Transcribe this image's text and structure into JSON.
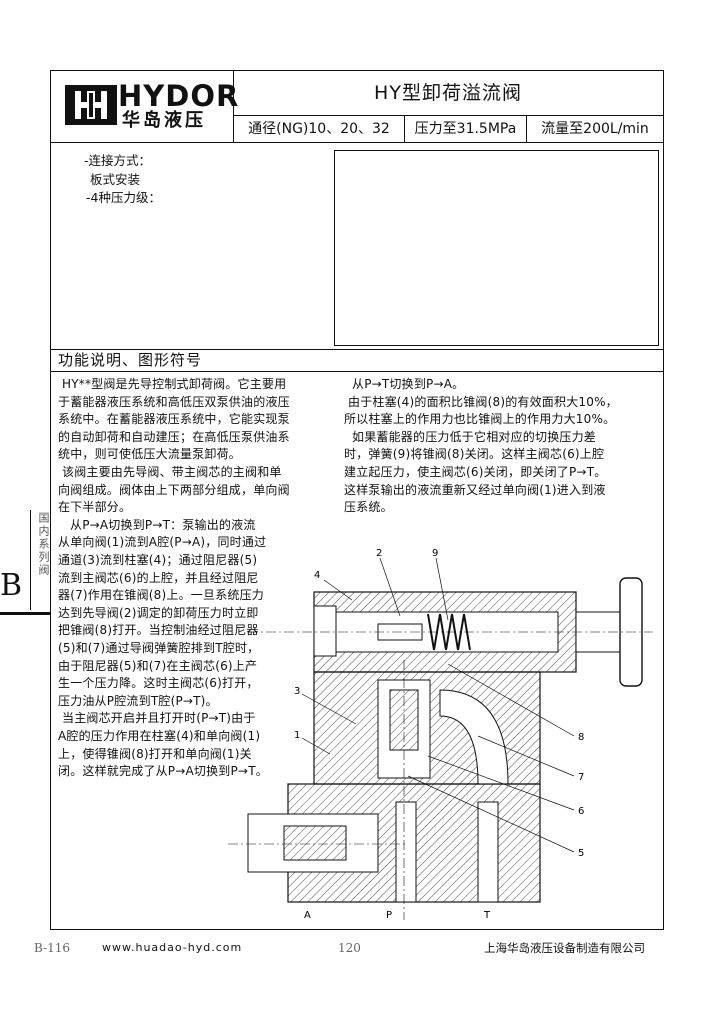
{
  "header": {
    "brand_en": "HYDOR",
    "brand_cn": "华岛液压",
    "title": "HY型卸荷溢流阀",
    "specs": [
      "通径(NG)10、20、32",
      "压力至31.5MPa",
      "流量至200L/min"
    ]
  },
  "options": [
    "-连接方式：",
    "板式安装",
    "-4种压力级："
  ],
  "section": {
    "title": "功能说明、图形符号"
  },
  "left_column": [
    "HY**型阀是先导控制式卸荷阀。它主要用",
    "于蓄能器液压系统和高低压双泵供油的液压",
    "系统中。在蓄能器液压系统中，它能实现泵",
    "的自动卸荷和自动建压；在高低压泵供油系",
    "统中，则可使低压大流量泵卸荷。",
    "该阀主要由先导阀、带主阀芯的主阀和单",
    "向阀组成。阀体由上下两部分组成，单向阀",
    "在下半部分。",
    "从P→A切换到P→T：泵输出的液流",
    "从单向阀(1)流到A腔(P→A)，同时通过",
    "通道(3)流到柱塞(4)；通过阻尼器(5)",
    "流到主阀芯(6)的上腔，并且经过阻尼",
    "器(7)作用在锥阀(8)上。一旦系统压力",
    "达到先导阀(2)调定的卸荷压力时立即",
    "把锥阀(8)打开。当控制油经过阻尼器",
    "(5)和(7)通过导阀弹簧腔排到T腔时，",
    "由于阻尼器(5)和(7)在主阀芯(6)上产",
    "生一个压力降。这时主阀芯(6)打开，",
    "压力油从P腔流到T腔(P→T)。",
    "当主阀芯开启并且打开时(P→T)由于",
    "A腔的压力作用在柱塞(4)和单向阀(1)",
    "上，使得锥阀(8)打开和单向阀(1)关",
    "闭。这样就完成了从P→A切换到P→T。"
  ],
  "right_column": [
    "从P→T切换到P→A。",
    "由于柱塞(4)的面积比锥阀(8)的有效面积大10%，",
    "所以柱塞上的作用力也比锥阀上的作用力大10%。",
    "如果蓄能器的压力低于它相对应的切换压力差",
    "时，弹簧(9)将锥阀(8)关闭。这样主阀芯(6)上腔",
    "建立起压力，使主阀芯(6)关闭，即关闭了P→T。",
    "这样泵输出的液流重新又经过单向阀(1)进入到液",
    "压系统。"
  ],
  "side_tab": {
    "letter": "B",
    "text": "国内系列阀"
  },
  "drawing": {
    "callouts": [
      "4",
      "2",
      "9",
      "3",
      "1",
      "8",
      "7",
      "6",
      "5"
    ],
    "ports": [
      "A",
      "P",
      "T"
    ]
  },
  "footer": {
    "page_code": "B-116",
    "website": "www.huadao-hyd.com",
    "page_number": "120",
    "company": "上海华岛液压设备制造有限公司"
  }
}
